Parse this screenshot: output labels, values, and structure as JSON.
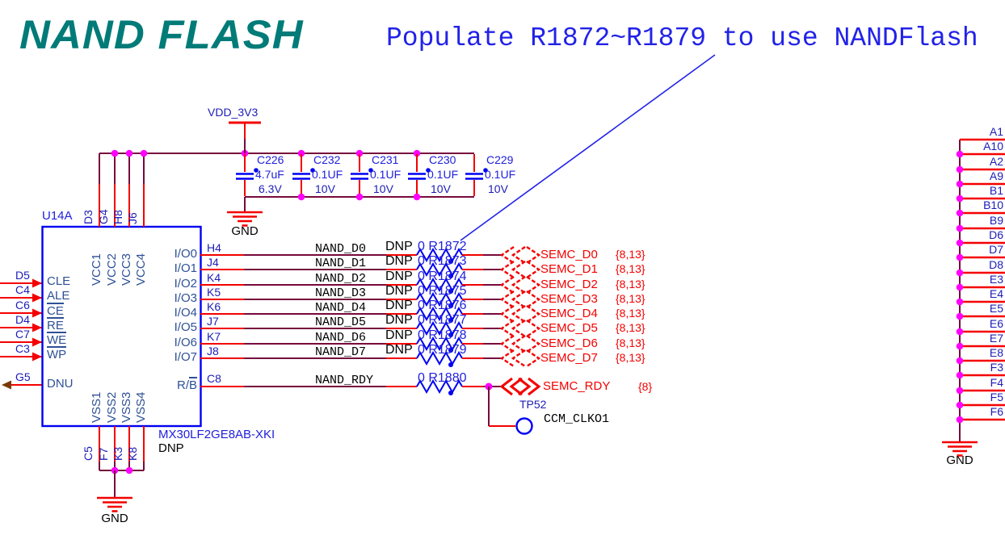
{
  "title": "NAND FLASH",
  "note": "Populate R1872~R1879 to use NANDFlash",
  "colors": {
    "wire": "#770a3c",
    "red": "#f40000",
    "blue": "#0000f2",
    "magenta": "#ff00ff",
    "navy": "#1c1cb8",
    "slate": "#2e5096",
    "desig": "#2020dd",
    "note": "#2222e8",
    "title": "#007b78",
    "brown": "#7a3a06"
  },
  "power": {
    "vdd": "VDD_3V3",
    "gnd": "GND"
  },
  "capacitors": [
    {
      "ref": "C226",
      "value": "4.7uF",
      "voltage": "6.3V"
    },
    {
      "ref": "C232",
      "value": "0.1UF",
      "voltage": "10V"
    },
    {
      "ref": "C231",
      "value": "0.1UF",
      "voltage": "10V"
    },
    {
      "ref": "C230",
      "value": "0.1UF",
      "voltage": "10V"
    },
    {
      "ref": "C229",
      "value": "0.1UF",
      "voltage": "10V"
    }
  ],
  "chip": {
    "refdes": "U14A",
    "part": "MX30LF2GE8AB-XKI",
    "dnp": "DNP",
    "left_pins": [
      {
        "number": "D5",
        "name": "CLE",
        "bar": false
      },
      {
        "number": "C4",
        "name": "ALE",
        "bar": false
      },
      {
        "number": "C6",
        "name": "CE",
        "bar": true
      },
      {
        "number": "D4",
        "name": "RE",
        "bar": true
      },
      {
        "number": "C7",
        "name": "WE",
        "bar": true
      },
      {
        "number": "C3",
        "name": "WP",
        "bar": true
      }
    ],
    "dnu_pin": {
      "number": "G5",
      "name": "DNU"
    },
    "top_pins": [
      {
        "number": "D3",
        "name": "VCC1"
      },
      {
        "number": "G4",
        "name": "VCC2"
      },
      {
        "number": "H8",
        "name": "VCC3"
      },
      {
        "number": "J6",
        "name": "VCC4"
      }
    ],
    "bottom_pins": [
      {
        "number": "C5",
        "name": "VSS1"
      },
      {
        "number": "F7",
        "name": "VSS2"
      },
      {
        "number": "K3",
        "name": "VSS3"
      },
      {
        "number": "K8",
        "name": "VSS4"
      }
    ],
    "io_pins": [
      {
        "number": "H4",
        "name": "I/O0"
      },
      {
        "number": "J4",
        "name": "I/O1"
      },
      {
        "number": "K4",
        "name": "I/O2"
      },
      {
        "number": "K5",
        "name": "I/O3"
      },
      {
        "number": "K6",
        "name": "I/O4"
      },
      {
        "number": "J7",
        "name": "I/O5"
      },
      {
        "number": "K7",
        "name": "I/O6"
      },
      {
        "number": "J8",
        "name": "I/O7"
      }
    ],
    "rb_pin": {
      "number": "C8",
      "prefix": "R/",
      "bar_letter": "B"
    }
  },
  "data_rows": [
    {
      "net": "NAND_D0",
      "dnp": "DNP",
      "res": "0 R1872",
      "semc": "SEMC_D0",
      "pages": "{8,13}"
    },
    {
      "net": "NAND_D1",
      "dnp": "DNP",
      "res": "0 R1873",
      "semc": "SEMC_D1",
      "pages": "{8,13}"
    },
    {
      "net": "NAND_D2",
      "dnp": "DNP",
      "res": "0 R1874",
      "semc": "SEMC_D2",
      "pages": "{8,13}"
    },
    {
      "net": "NAND_D3",
      "dnp": "DNP",
      "res": "0 R1875",
      "semc": "SEMC_D3",
      "pages": "{8,13}"
    },
    {
      "net": "NAND_D4",
      "dnp": "DNP",
      "res": "0 R1876",
      "semc": "SEMC_D4",
      "pages": "{8,13}"
    },
    {
      "net": "NAND_D5",
      "dnp": "DNP",
      "res": "0 R1877",
      "semc": "SEMC_D5",
      "pages": "{8,13}"
    },
    {
      "net": "NAND_D6",
      "dnp": "DNP",
      "res": "0 R1878",
      "semc": "SEMC_D6",
      "pages": "{8,13}"
    },
    {
      "net": "NAND_D7",
      "dnp": "DNP",
      "res": "0 R1879",
      "semc": "SEMC_D7",
      "pages": "{8,13}"
    }
  ],
  "rdy_row": {
    "net": "NAND_RDY",
    "res": "0 R1880",
    "semc": "SEMC_RDY",
    "pages": "{8}"
  },
  "testpoint": {
    "ref": "TP52",
    "net": "CCM_CLKO1"
  },
  "connector": {
    "pins": [
      "A1",
      "A10",
      "A2",
      "A9",
      "B1",
      "B10",
      "B9",
      "D6",
      "D7",
      "D8",
      "E3",
      "E4",
      "E5",
      "E6",
      "E7",
      "E8",
      "F3",
      "F4",
      "F5",
      "F6"
    ]
  }
}
